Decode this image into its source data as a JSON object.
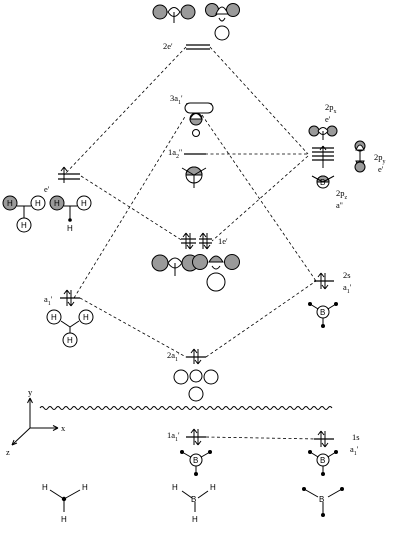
{
  "orbitals": {
    "e2": {
      "label": "2e'"
    },
    "a1_3": {
      "label": "3a",
      "sub": "1",
      "prime": "'"
    },
    "a2_1": {
      "label": "1a",
      "sub": "2",
      "prime": "''"
    },
    "e1": {
      "label": "1e'"
    },
    "a1_2": {
      "label": "2a",
      "sub": "1",
      "prime": "'"
    },
    "a1_1": {
      "label": "1a",
      "sub": "1",
      "prime": "'"
    }
  },
  "ligand_group": {
    "e_label": "e'",
    "a1_label": "a",
    "a1_sub": "1",
    "a1_prime": "'"
  },
  "boron": {
    "p_label": "2p",
    "px_sub": "x",
    "py_sub": "y",
    "pz_sub": "z",
    "e_sym": "e'",
    "a2_sym": "a''",
    "s2_label": "2s",
    "s2_sym": "a",
    "s2_sym_sub": "1",
    "s2_sym_prime": "'",
    "s1_label": "1s",
    "s1_sym": "a",
    "s1_sym_sub": "1",
    "s1_sym_prime": "'"
  },
  "atoms": {
    "H": "H",
    "B": "B"
  },
  "axes": {
    "x": "x",
    "y": "y",
    "z": "z"
  }
}
